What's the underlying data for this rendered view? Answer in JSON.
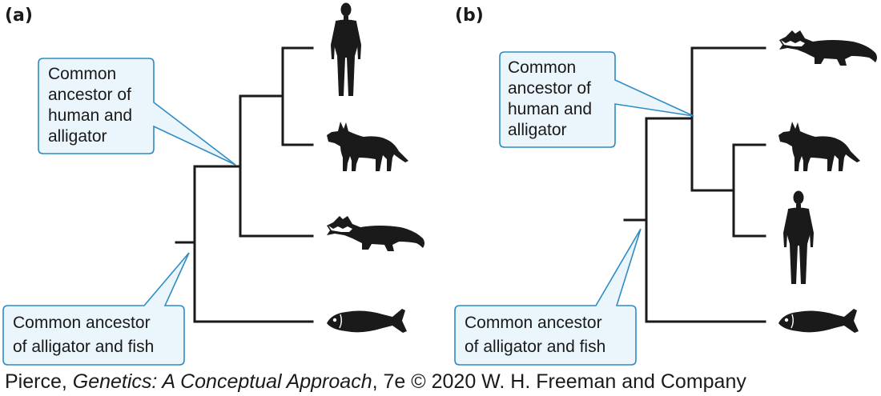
{
  "panels": [
    {
      "label": "(a)",
      "callouts": {
        "upper": [
          "Common",
          "ancestor of",
          "human and",
          "alligator"
        ],
        "lower": [
          "Common ancestor",
          "of alligator and fish"
        ]
      },
      "taxa": [
        {
          "name": "human",
          "icon": "human-silhouette-icon"
        },
        {
          "name": "wolf",
          "icon": "wolf-silhouette-icon"
        },
        {
          "name": "alligator",
          "icon": "alligator-silhouette-icon"
        },
        {
          "name": "fish",
          "icon": "fish-silhouette-icon"
        }
      ]
    },
    {
      "label": "(b)",
      "callouts": {
        "upper": [
          "Common",
          "ancestor of",
          "human and",
          "alligator"
        ],
        "lower": [
          "Common ancestor",
          "of alligator and fish"
        ]
      },
      "taxa": [
        {
          "name": "alligator",
          "icon": "alligator-silhouette-icon"
        },
        {
          "name": "wolf",
          "icon": "wolf-silhouette-icon"
        },
        {
          "name": "human",
          "icon": "human-silhouette-icon"
        },
        {
          "name": "fish",
          "icon": "fish-silhouette-icon"
        }
      ]
    }
  ],
  "credit": {
    "before": "Pierce, ",
    "title": "Genetics: A Conceptual Approach",
    "after": ", 7e © 2020 W. H. Freeman and Company"
  },
  "colors": {
    "line": "#1a1a1a",
    "callout_fill": "#eaf5fc",
    "callout_border": "#2f8cc4"
  }
}
